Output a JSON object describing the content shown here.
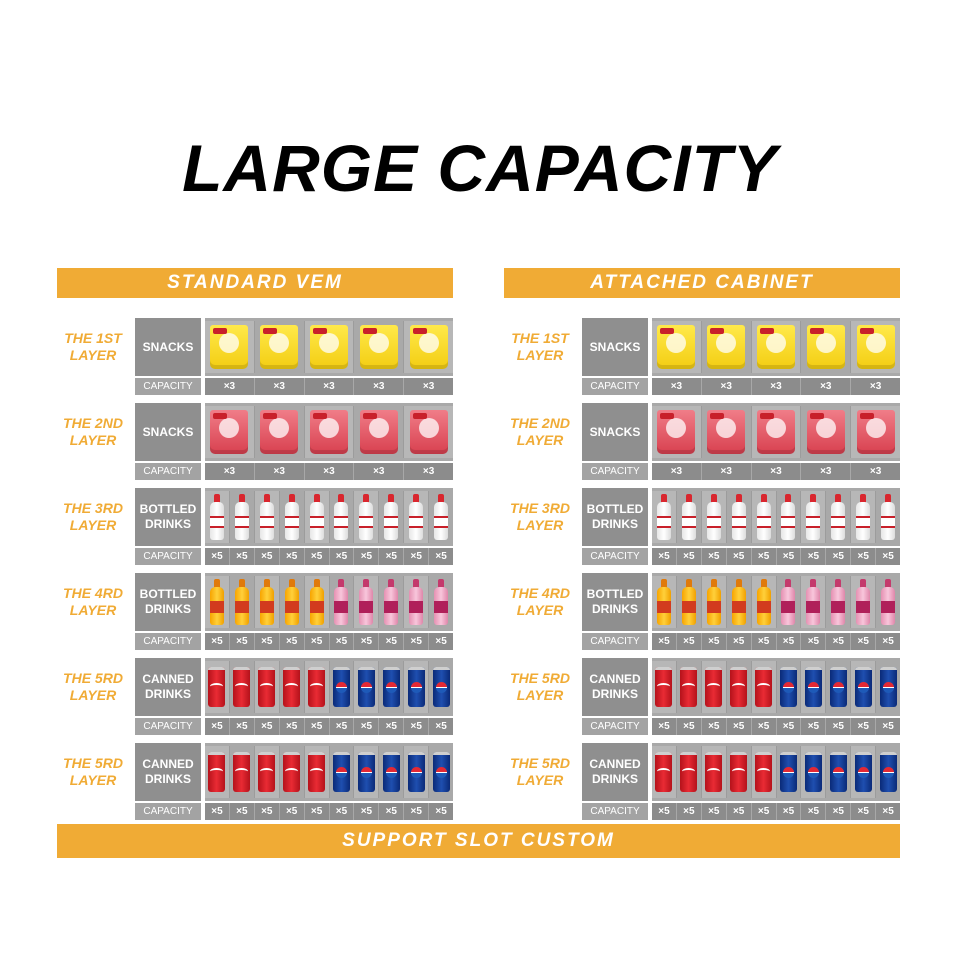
{
  "title": "LARGE CAPACITY",
  "footer": "SUPPORT SLOT CUSTOM",
  "capacity_label": "CAPACITY",
  "panels": [
    {
      "header": "STANDARD VEM",
      "layers": [
        {
          "label": "THE 1ST\nLAYER",
          "category": "SNACKS",
          "products": [
            "snack-yellow",
            "snack-yellow",
            "snack-yellow",
            "snack-yellow",
            "snack-yellow"
          ],
          "capacity": [
            "×3",
            "×3",
            "×3",
            "×3",
            "×3"
          ]
        },
        {
          "label": "THE 2ND\nLAYER",
          "category": "SNACKS",
          "products": [
            "snack-pink",
            "snack-pink",
            "snack-pink",
            "snack-pink",
            "snack-pink"
          ],
          "capacity": [
            "×3",
            "×3",
            "×3",
            "×3",
            "×3"
          ]
        },
        {
          "label": "THE 3RD\nLAYER",
          "category": "BOTTLED\nDRINKS",
          "products": [
            "water",
            "water",
            "water",
            "water",
            "water",
            "water",
            "water",
            "water",
            "water",
            "water"
          ],
          "capacity": [
            "×5",
            "×5",
            "×5",
            "×5",
            "×5",
            "×5",
            "×5",
            "×5",
            "×5",
            "×5"
          ]
        },
        {
          "label": "THE 4RD\nLAYER",
          "category": "BOTTLED\nDRINKS",
          "products": [
            "orange",
            "orange",
            "orange",
            "orange",
            "orange",
            "pinkb",
            "pinkb",
            "pinkb",
            "pinkb",
            "pinkb"
          ],
          "capacity": [
            "×5",
            "×5",
            "×5",
            "×5",
            "×5",
            "×5",
            "×5",
            "×5",
            "×5",
            "×5"
          ]
        },
        {
          "label": "THE 5RD\nLAYER",
          "category": "CANNED\nDRINKS",
          "products": [
            "coke",
            "coke",
            "coke",
            "coke",
            "coke",
            "pepsi",
            "pepsi",
            "pepsi",
            "pepsi",
            "pepsi"
          ],
          "capacity": [
            "×5",
            "×5",
            "×5",
            "×5",
            "×5",
            "×5",
            "×5",
            "×5",
            "×5",
            "×5"
          ]
        },
        {
          "label": "THE 5RD\nLAYER",
          "category": "CANNED\nDRINKS",
          "products": [
            "coke",
            "coke",
            "coke",
            "coke",
            "coke",
            "pepsi",
            "pepsi",
            "pepsi",
            "pepsi",
            "pepsi"
          ],
          "capacity": [
            "×5",
            "×5",
            "×5",
            "×5",
            "×5",
            "×5",
            "×5",
            "×5",
            "×5",
            "×5"
          ]
        }
      ]
    },
    {
      "header": "ATTACHED CABINET",
      "layers": [
        {
          "label": "THE 1ST\nLAYER",
          "category": "SNACKS",
          "products": [
            "snack-yellow",
            "snack-yellow",
            "snack-yellow",
            "snack-yellow",
            "snack-yellow"
          ],
          "capacity": [
            "×3",
            "×3",
            "×3",
            "×3",
            "×3"
          ]
        },
        {
          "label": "THE 2ND\nLAYER",
          "category": "SNACKS",
          "products": [
            "snack-pink",
            "snack-pink",
            "snack-pink",
            "snack-pink",
            "snack-pink"
          ],
          "capacity": [
            "×3",
            "×3",
            "×3",
            "×3",
            "×3"
          ]
        },
        {
          "label": "THE 3RD\nLAYER",
          "category": "BOTTLED\nDRINKS",
          "products": [
            "water",
            "water",
            "water",
            "water",
            "water",
            "water",
            "water",
            "water",
            "water",
            "water"
          ],
          "capacity": [
            "×5",
            "×5",
            "×5",
            "×5",
            "×5",
            "×5",
            "×5",
            "×5",
            "×5",
            "×5"
          ]
        },
        {
          "label": "THE 4RD\nLAYER",
          "category": "BOTTLED\nDRINKS",
          "products": [
            "orange",
            "orange",
            "orange",
            "orange",
            "orange",
            "pinkb",
            "pinkb",
            "pinkb",
            "pinkb",
            "pinkb"
          ],
          "capacity": [
            "×5",
            "×5",
            "×5",
            "×5",
            "×5",
            "×5",
            "×5",
            "×5",
            "×5",
            "×5"
          ]
        },
        {
          "label": "THE 5RD\nLAYER",
          "category": "CANNED\nDRINKS",
          "products": [
            "coke",
            "coke",
            "coke",
            "coke",
            "coke",
            "pepsi",
            "pepsi",
            "pepsi",
            "pepsi",
            "pepsi"
          ],
          "capacity": [
            "×5",
            "×5",
            "×5",
            "×5",
            "×5",
            "×5",
            "×5",
            "×5",
            "×5",
            "×5"
          ]
        },
        {
          "label": "THE 5RD\nLAYER",
          "category": "CANNED\nDRINKS",
          "products": [
            "coke",
            "coke",
            "coke",
            "coke",
            "coke",
            "pepsi",
            "pepsi",
            "pepsi",
            "pepsi",
            "pepsi"
          ],
          "capacity": [
            "×5",
            "×5",
            "×5",
            "×5",
            "×5",
            "×5",
            "×5",
            "×5",
            "×5",
            "×5"
          ]
        }
      ]
    }
  ]
}
